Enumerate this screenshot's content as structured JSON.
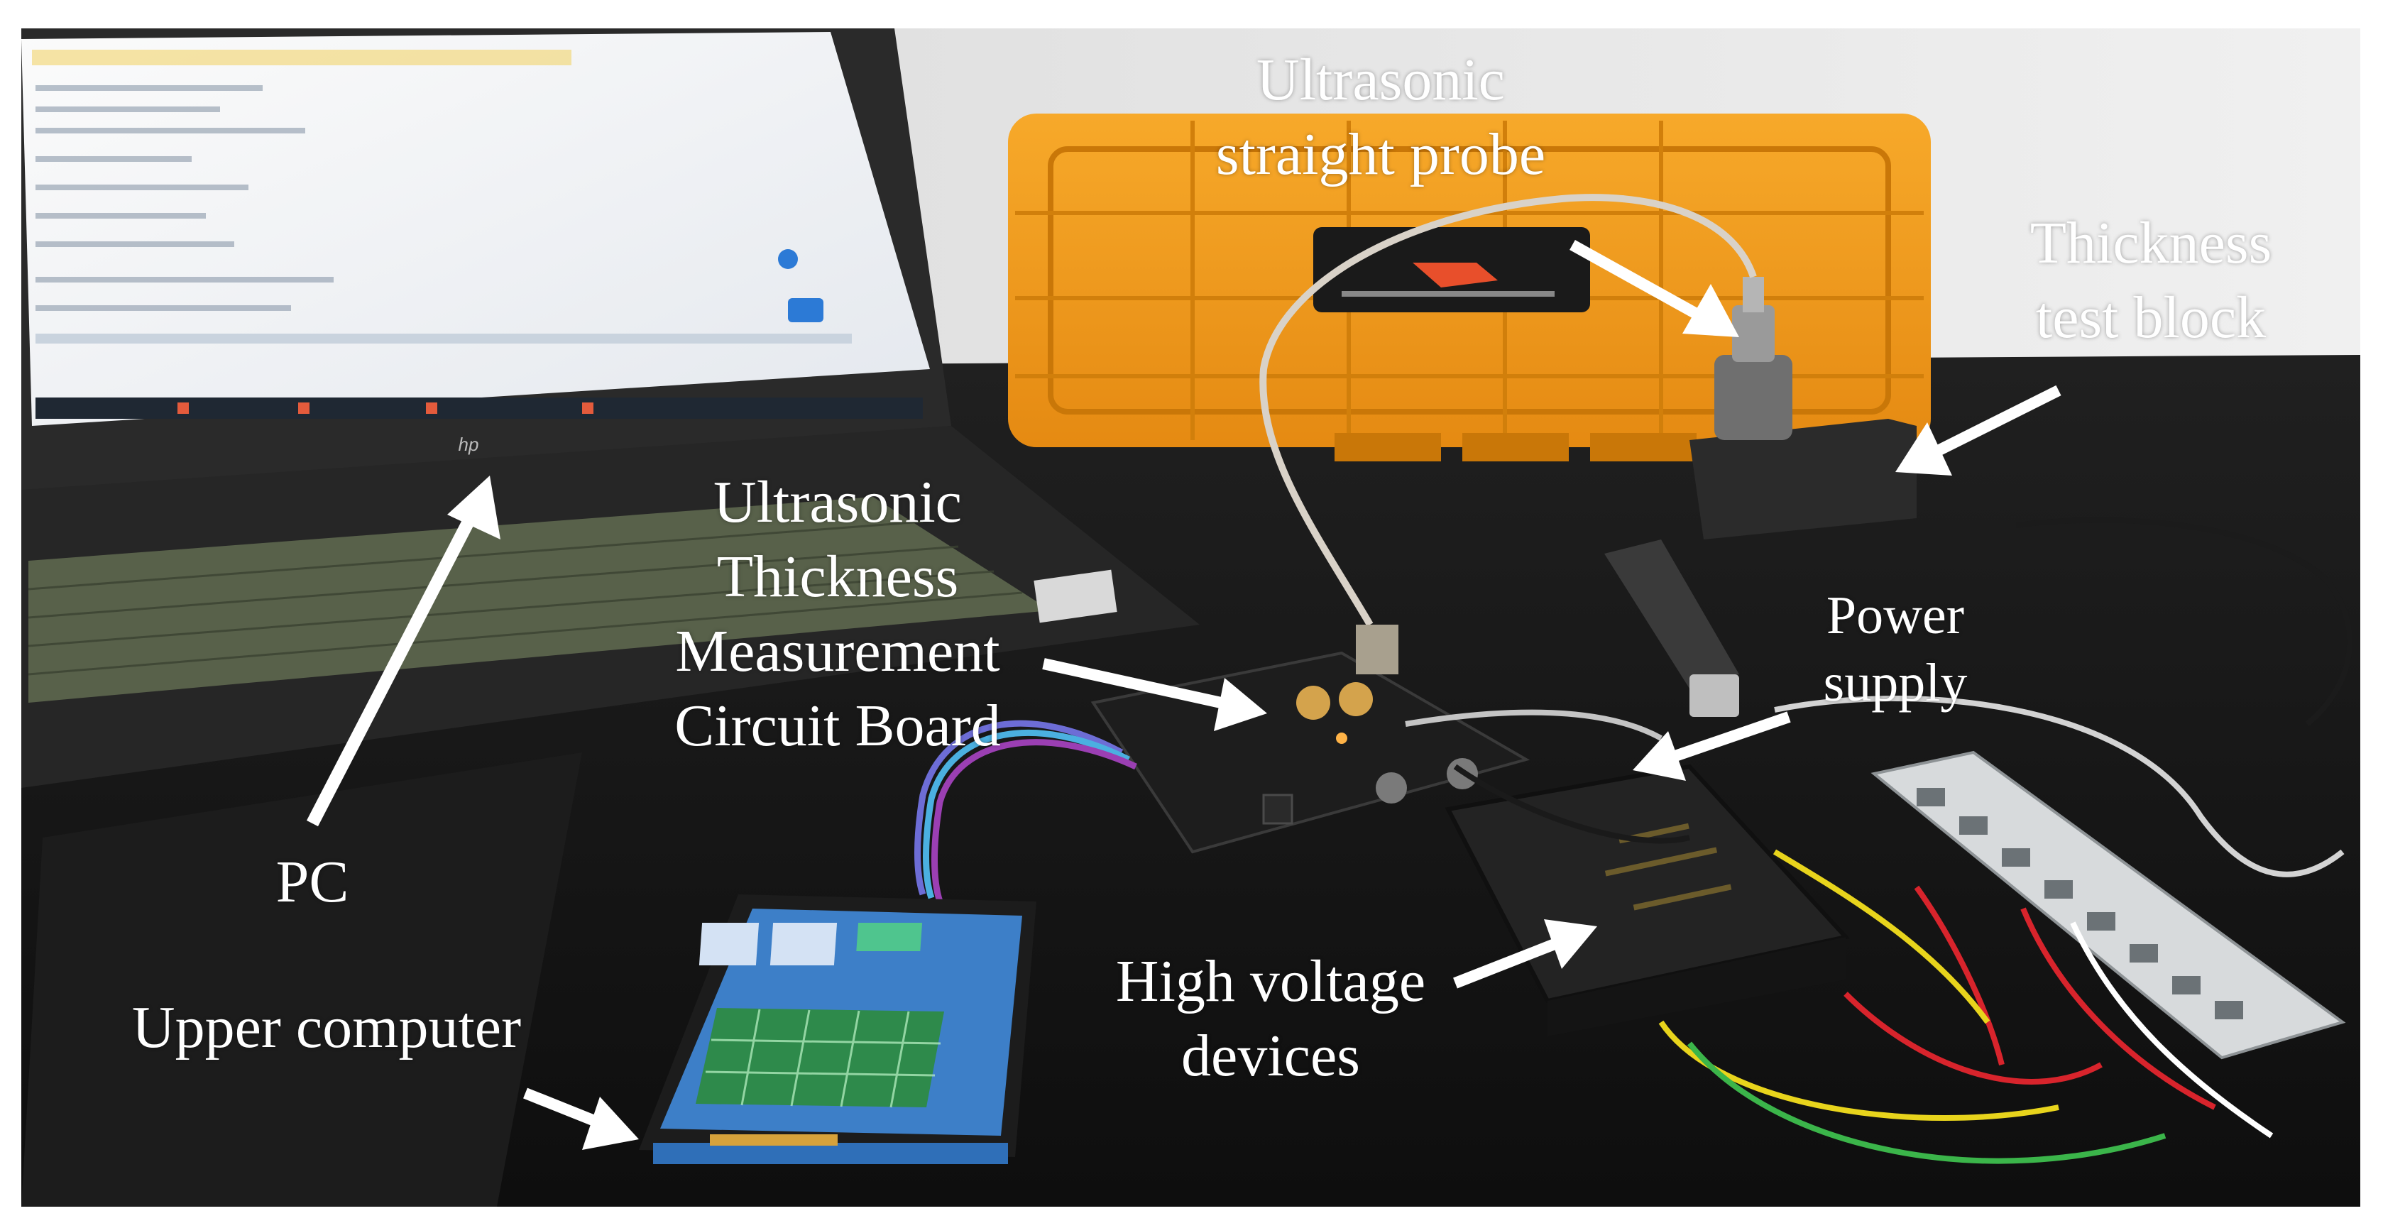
{
  "labels": {
    "probe_line1": "Ultrasonic",
    "probe_line2": "straight probe",
    "block_line1": "Thickness",
    "block_line2": "test block",
    "board_line1": "Ultrasonic",
    "board_line2": "Thickness",
    "board_line3": "Measurement",
    "board_line4": "Circuit Board",
    "power_line1": "Power",
    "power_line2": "supply",
    "pc": "PC",
    "upper_computer": "Upper computer",
    "hv_line1": "High voltage",
    "hv_line2": "devices"
  },
  "laptop_brand": "hp",
  "colors": {
    "case_orange": "#f29a1c",
    "table": "#151515",
    "wall": "#e6e6e6",
    "lcd_blue": "#3d7fc8",
    "wire_red": "#d8242c",
    "wire_yellow": "#e8d41c",
    "wire_green": "#3bb54a"
  }
}
